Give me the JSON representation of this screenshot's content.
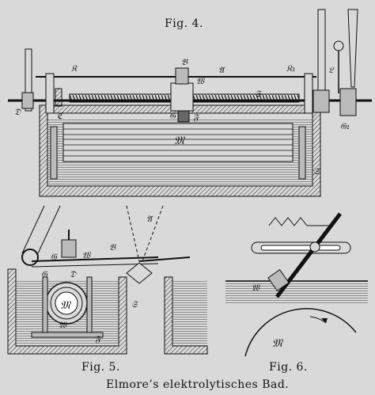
{
  "figure4": {
    "caption": "Fig. 4.",
    "labels": [
      "𝔄",
      "𝔚",
      "𝔅",
      "𝔎",
      "𝔎₁",
      "ℭ",
      "𝔏",
      "𝔖",
      "𝔊",
      "𝔉",
      "𝔐",
      "𝔇",
      "𝔊₁",
      "𝔖"
    ]
  },
  "figure5": {
    "caption": "Fig. 5.",
    "labels": [
      "𝔄",
      "𝔚",
      "𝔊",
      "𝔅",
      "𝔐",
      "𝔚",
      "𝔇",
      "𝔊",
      "𝔉",
      "𝔖"
    ]
  },
  "figure6": {
    "caption": "Fig. 6.",
    "labels": [
      "𝔚",
      "𝔐"
    ]
  },
  "title": "Elmore’s elektrolytisches Bad."
}
